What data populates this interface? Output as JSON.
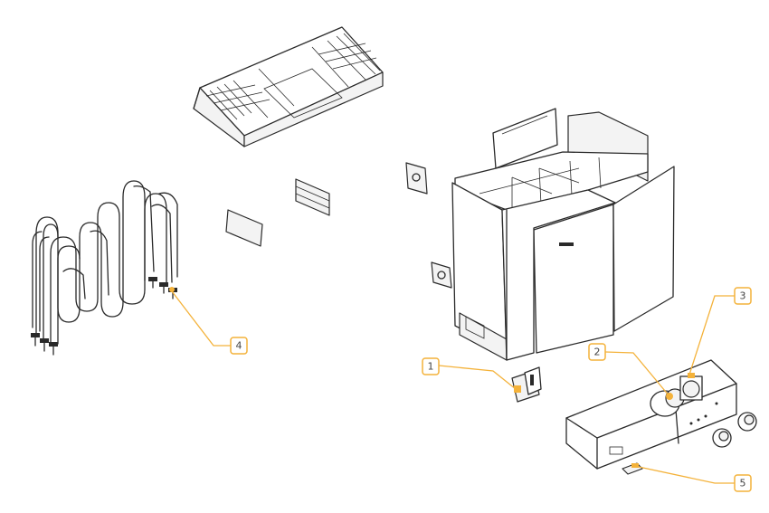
{
  "callouts": [
    {
      "id": "1",
      "label": "1"
    },
    {
      "id": "2",
      "label": "2"
    },
    {
      "id": "3",
      "label": "3"
    },
    {
      "id": "4",
      "label": "4"
    },
    {
      "id": "5",
      "label": "5"
    }
  ],
  "colors": {
    "accent": "#f4b23a",
    "line": "#2a2a2a"
  }
}
